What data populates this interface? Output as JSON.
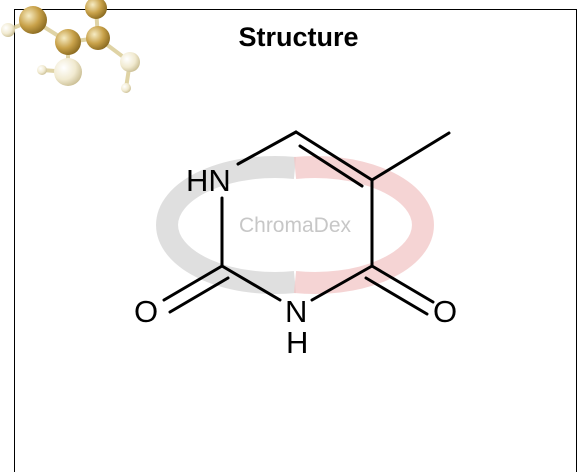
{
  "title": "Structure",
  "watermark": "ChromaDex",
  "molecule": {
    "atoms": {
      "n1": "HN",
      "n3_n": "N",
      "n3_h": "H",
      "o2": "O",
      "o4": "O"
    }
  },
  "colors": {
    "bond": "#000000",
    "watermark_gray": "#cfcfcf",
    "watermark_red": "#f2c9c9",
    "molecule_gold": "#c9a24a"
  }
}
